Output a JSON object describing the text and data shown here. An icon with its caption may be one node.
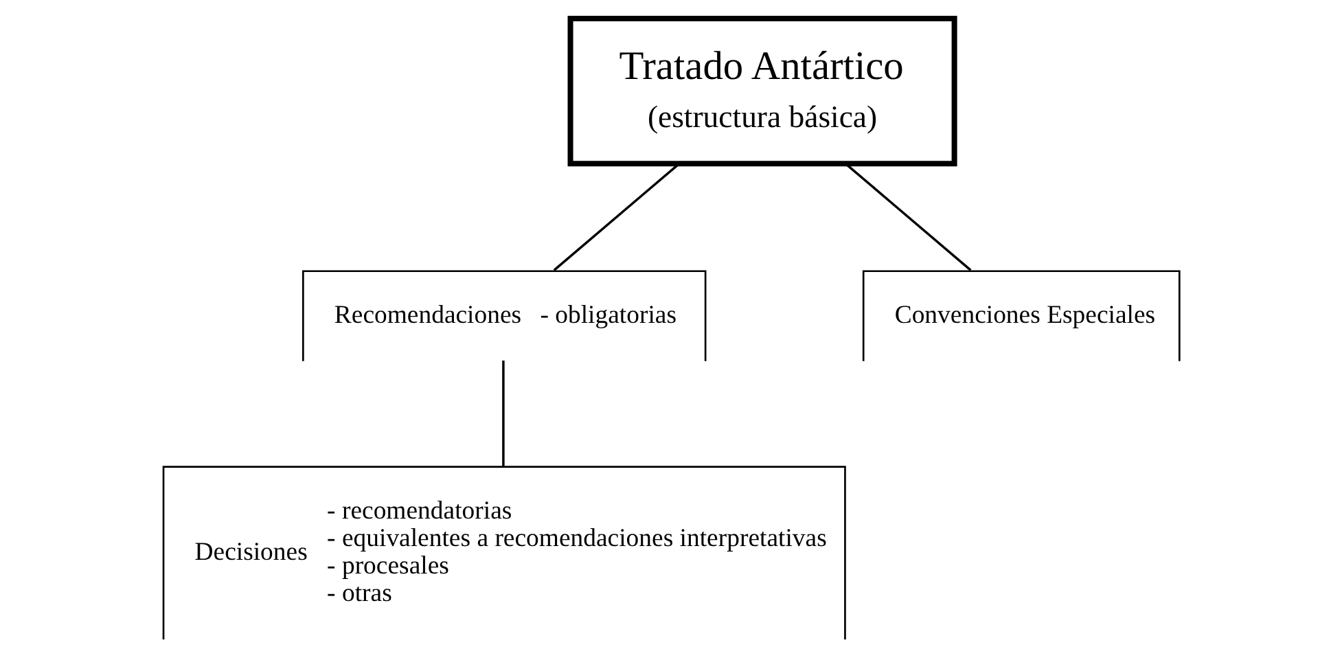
{
  "diagram": {
    "nodes": [
      {
        "text": [
          "Tratado Antártico",
          "(estructura básica)"
        ]
      },
      {
        "text": [
          "Recomendaciones",
          "- obligatorias"
        ]
      },
      {
        "text": [
          "Convenciones Especiales"
        ]
      },
      {
        "text": [
          "Decisiones",
          "- recomendatorias",
          "- equivalentes a recomendaciones interpretativas",
          "- procesales",
          "- otras"
        ]
      }
    ],
    "edges": [
      {
        "from": 0,
        "to": 1,
        "arrow": "none"
      },
      {
        "from": 0,
        "to": 2,
        "arrow": "none"
      },
      {
        "from": 1,
        "to": 3,
        "arrow": "none"
      }
    ]
  }
}
